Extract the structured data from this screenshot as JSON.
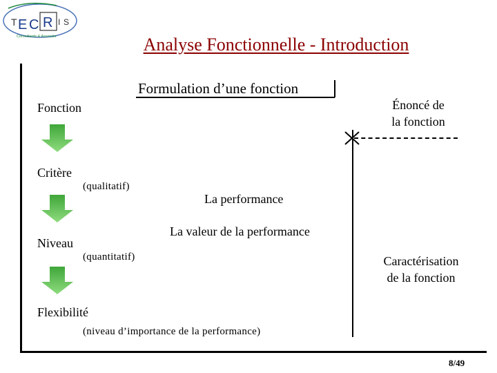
{
  "logo": {
    "letters": [
      "T",
      "E",
      "C",
      "R",
      "I",
      "S"
    ],
    "subtitle": "Consultants & Associés"
  },
  "header": {
    "title": "Analyse Fonctionnelle - Introduction"
  },
  "diagram": {
    "heading": "Formulation d’une fonction",
    "steps": [
      {
        "label": "Fonction"
      },
      {
        "label": "Critère",
        "note": "(qualitatif)"
      },
      {
        "label": "Niveau",
        "note": "(quantitatif)"
      },
      {
        "label": "Flexibilité",
        "note": "(niveau d’importance de la performance)"
      }
    ],
    "mid_labels": {
      "performance": "La performance",
      "value": "La valeur de la performance"
    },
    "right_labels": {
      "enonce_line1": "Énoncé de",
      "enonce_line2": "la fonction",
      "carac_line1": "Caractérisation",
      "carac_line2": "de la fonction"
    },
    "arrow_color": "#5cbf4d",
    "title_color": "#8b0000"
  },
  "footer": {
    "page": "8/49"
  }
}
